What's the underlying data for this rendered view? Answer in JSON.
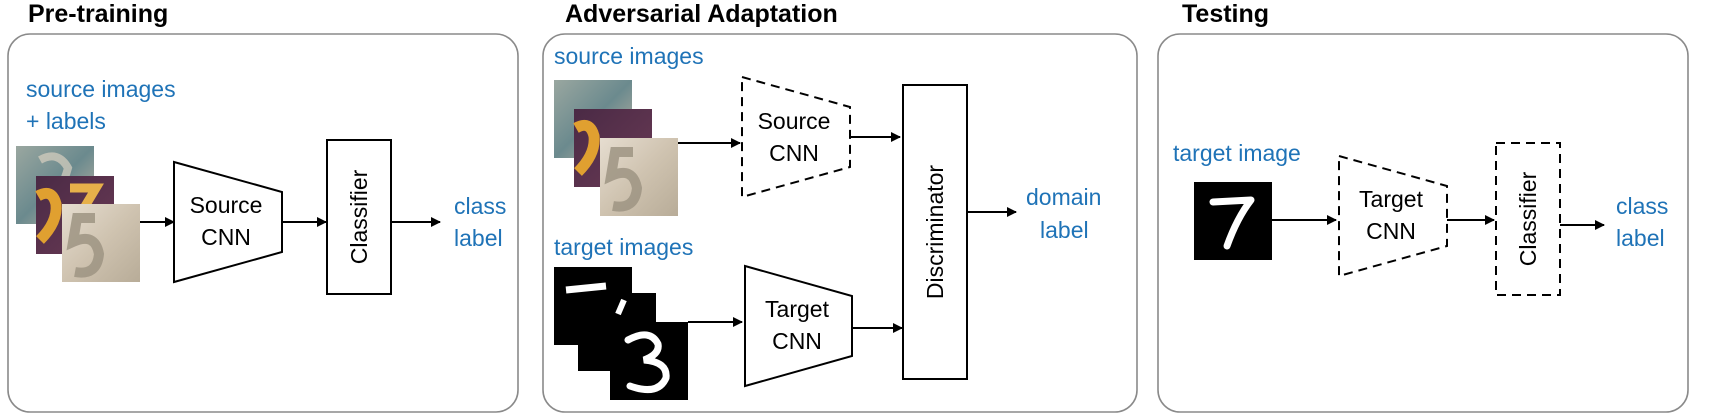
{
  "sections": {
    "pretraining": "Pre-training",
    "adversarial": "Adversarial Adaptation",
    "testing": "Testing"
  },
  "pretraining": {
    "input_label_1": "source images",
    "input_label_2": "+ labels",
    "encoder_line_1": "Source",
    "encoder_line_2": "CNN",
    "classifier": "Classifier",
    "output_line_1": "class",
    "output_line_2": "label"
  },
  "adversarial": {
    "source_label": "source images",
    "source_encoder_line_1": "Source",
    "source_encoder_line_2": "CNN",
    "target_label": "target images",
    "target_encoder_line_1": "Target",
    "target_encoder_line_2": "CNN",
    "discriminator": "Discriminator",
    "output_line_1": "domain",
    "output_line_2": "label"
  },
  "testing": {
    "input_label": "target image",
    "encoder_line_1": "Target",
    "encoder_line_2": "CNN",
    "classifier": "Classifier",
    "output_line_1": "class",
    "output_line_2": "label"
  },
  "colors": {
    "accent_text": "#1f73b7",
    "panel_border": "#8a8a8a"
  }
}
